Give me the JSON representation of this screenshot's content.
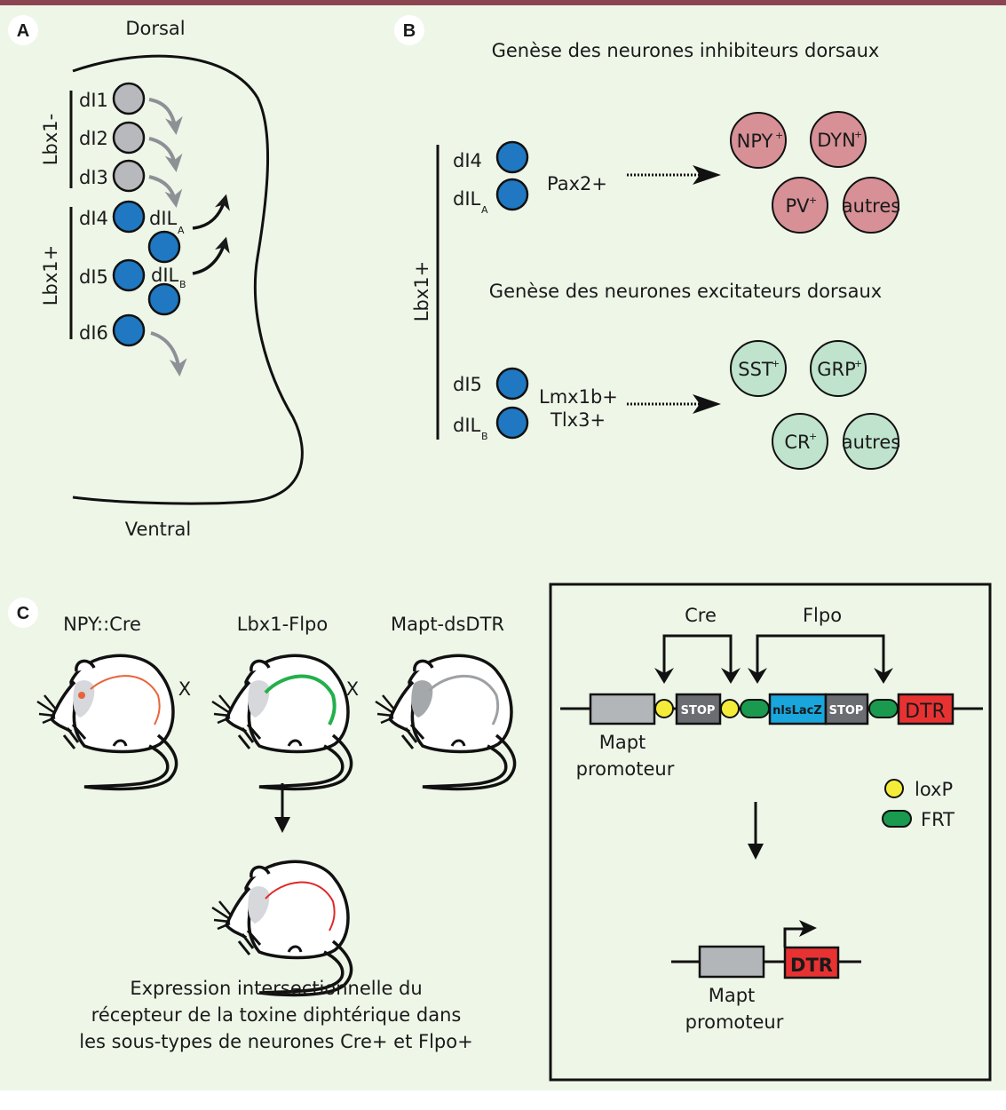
{
  "colors": {
    "top_bar": "#8b4452",
    "background": "#eef6e8",
    "progenitor_gray": "#b7b9bc",
    "progenitor_blue": "#1f78c1",
    "inhibitory_pink": "#d69096",
    "excitatory_green": "#bfe3cc",
    "loxP_yellow": "#f5ec3a",
    "FRT_green": "#1a9a4e",
    "stop_gray": "#6b6d72",
    "nlsLacZ_blue": "#19a6dd",
    "DTR_red": "#e83232",
    "promoter_gray": "#b3b6b9"
  },
  "panel_a": {
    "letter": "A",
    "dorsal": "Dorsal",
    "ventral": "Ventral",
    "group_lbx1_minus": "Lbx1-",
    "group_lbx1_plus": "Lbx1+",
    "neurons": [
      {
        "label": "dI1",
        "type": "Lbx1-"
      },
      {
        "label": "dI2",
        "type": "Lbx1-"
      },
      {
        "label": "dI3",
        "type": "Lbx1-"
      },
      {
        "label": "dI4",
        "type": "Lbx1+"
      },
      {
        "label": "dI5",
        "type": "Lbx1+"
      },
      {
        "label": "dI6",
        "type": "Lbx1+"
      }
    ],
    "late_neurons": [
      {
        "base": "dIL",
        "sub": "A"
      },
      {
        "base": "dIL",
        "sub": "B"
      }
    ]
  },
  "panel_b": {
    "letter": "B",
    "group_label": "Lbx1+",
    "inhibitory": {
      "title": "Genèse des neurones inhibiteurs dorsaux",
      "progenitors": [
        {
          "label": "dI4"
        },
        {
          "base": "dIL",
          "sub": "A"
        }
      ],
      "marker": "Pax2+",
      "subtypes": [
        {
          "name": "NPY",
          "sup": "+"
        },
        {
          "name": "DYN",
          "sup": "+"
        },
        {
          "name": "PV",
          "sup": "+"
        },
        {
          "name": "autres",
          "sup": ""
        }
      ]
    },
    "excitatory": {
      "title": "Genèse des neurones excitateurs dorsaux",
      "progenitors": [
        {
          "label": "dI5"
        },
        {
          "base": "dIL",
          "sub": "B"
        }
      ],
      "marker_line1": "Lmx1b+",
      "marker_line2": "Tlx3+",
      "subtypes": [
        {
          "name": "SST",
          "sup": "+"
        },
        {
          "name": "GRP",
          "sup": "+"
        },
        {
          "name": "CR",
          "sup": "+"
        },
        {
          "name": "autres",
          "sup": ""
        }
      ]
    }
  },
  "panel_c": {
    "letter": "C",
    "mice": [
      {
        "label": "NPY::Cre",
        "highlight": "#e8643a"
      },
      {
        "label": "Lbx1-Flpo",
        "highlight": "#22b04b"
      },
      {
        "label": "Mapt-dsDTR",
        "highlight": "#9ea1a4"
      }
    ],
    "cross_symbol": "X",
    "offspring_highlight": "#e02828",
    "caption_lines": [
      "Expression intersectionnelle du",
      "récepteur de la toxine diphtérique dans",
      "les sous-types de neurones Cre+ et Flpo+"
    ],
    "construct": {
      "recombinases": [
        "Cre",
        "Flpo"
      ],
      "elements": [
        "Mapt promoteur",
        "loxP",
        "STOP",
        "loxP",
        "FRT",
        "nlsLacZ",
        "STOP",
        "FRT",
        "DTR"
      ],
      "stop_label": "STOP",
      "lacz_label": "nlsLacZ",
      "dtr_label": "DTR",
      "promoter_line1": "Mapt",
      "promoter_line2": "promoteur",
      "legend": [
        {
          "symbol": "circle",
          "label": "loxP"
        },
        {
          "symbol": "pill",
          "label": "FRT"
        }
      ],
      "result": {
        "promoter_line1": "Mapt",
        "promoter_line2": "promoteur",
        "dtr_label": "DTR"
      }
    }
  }
}
